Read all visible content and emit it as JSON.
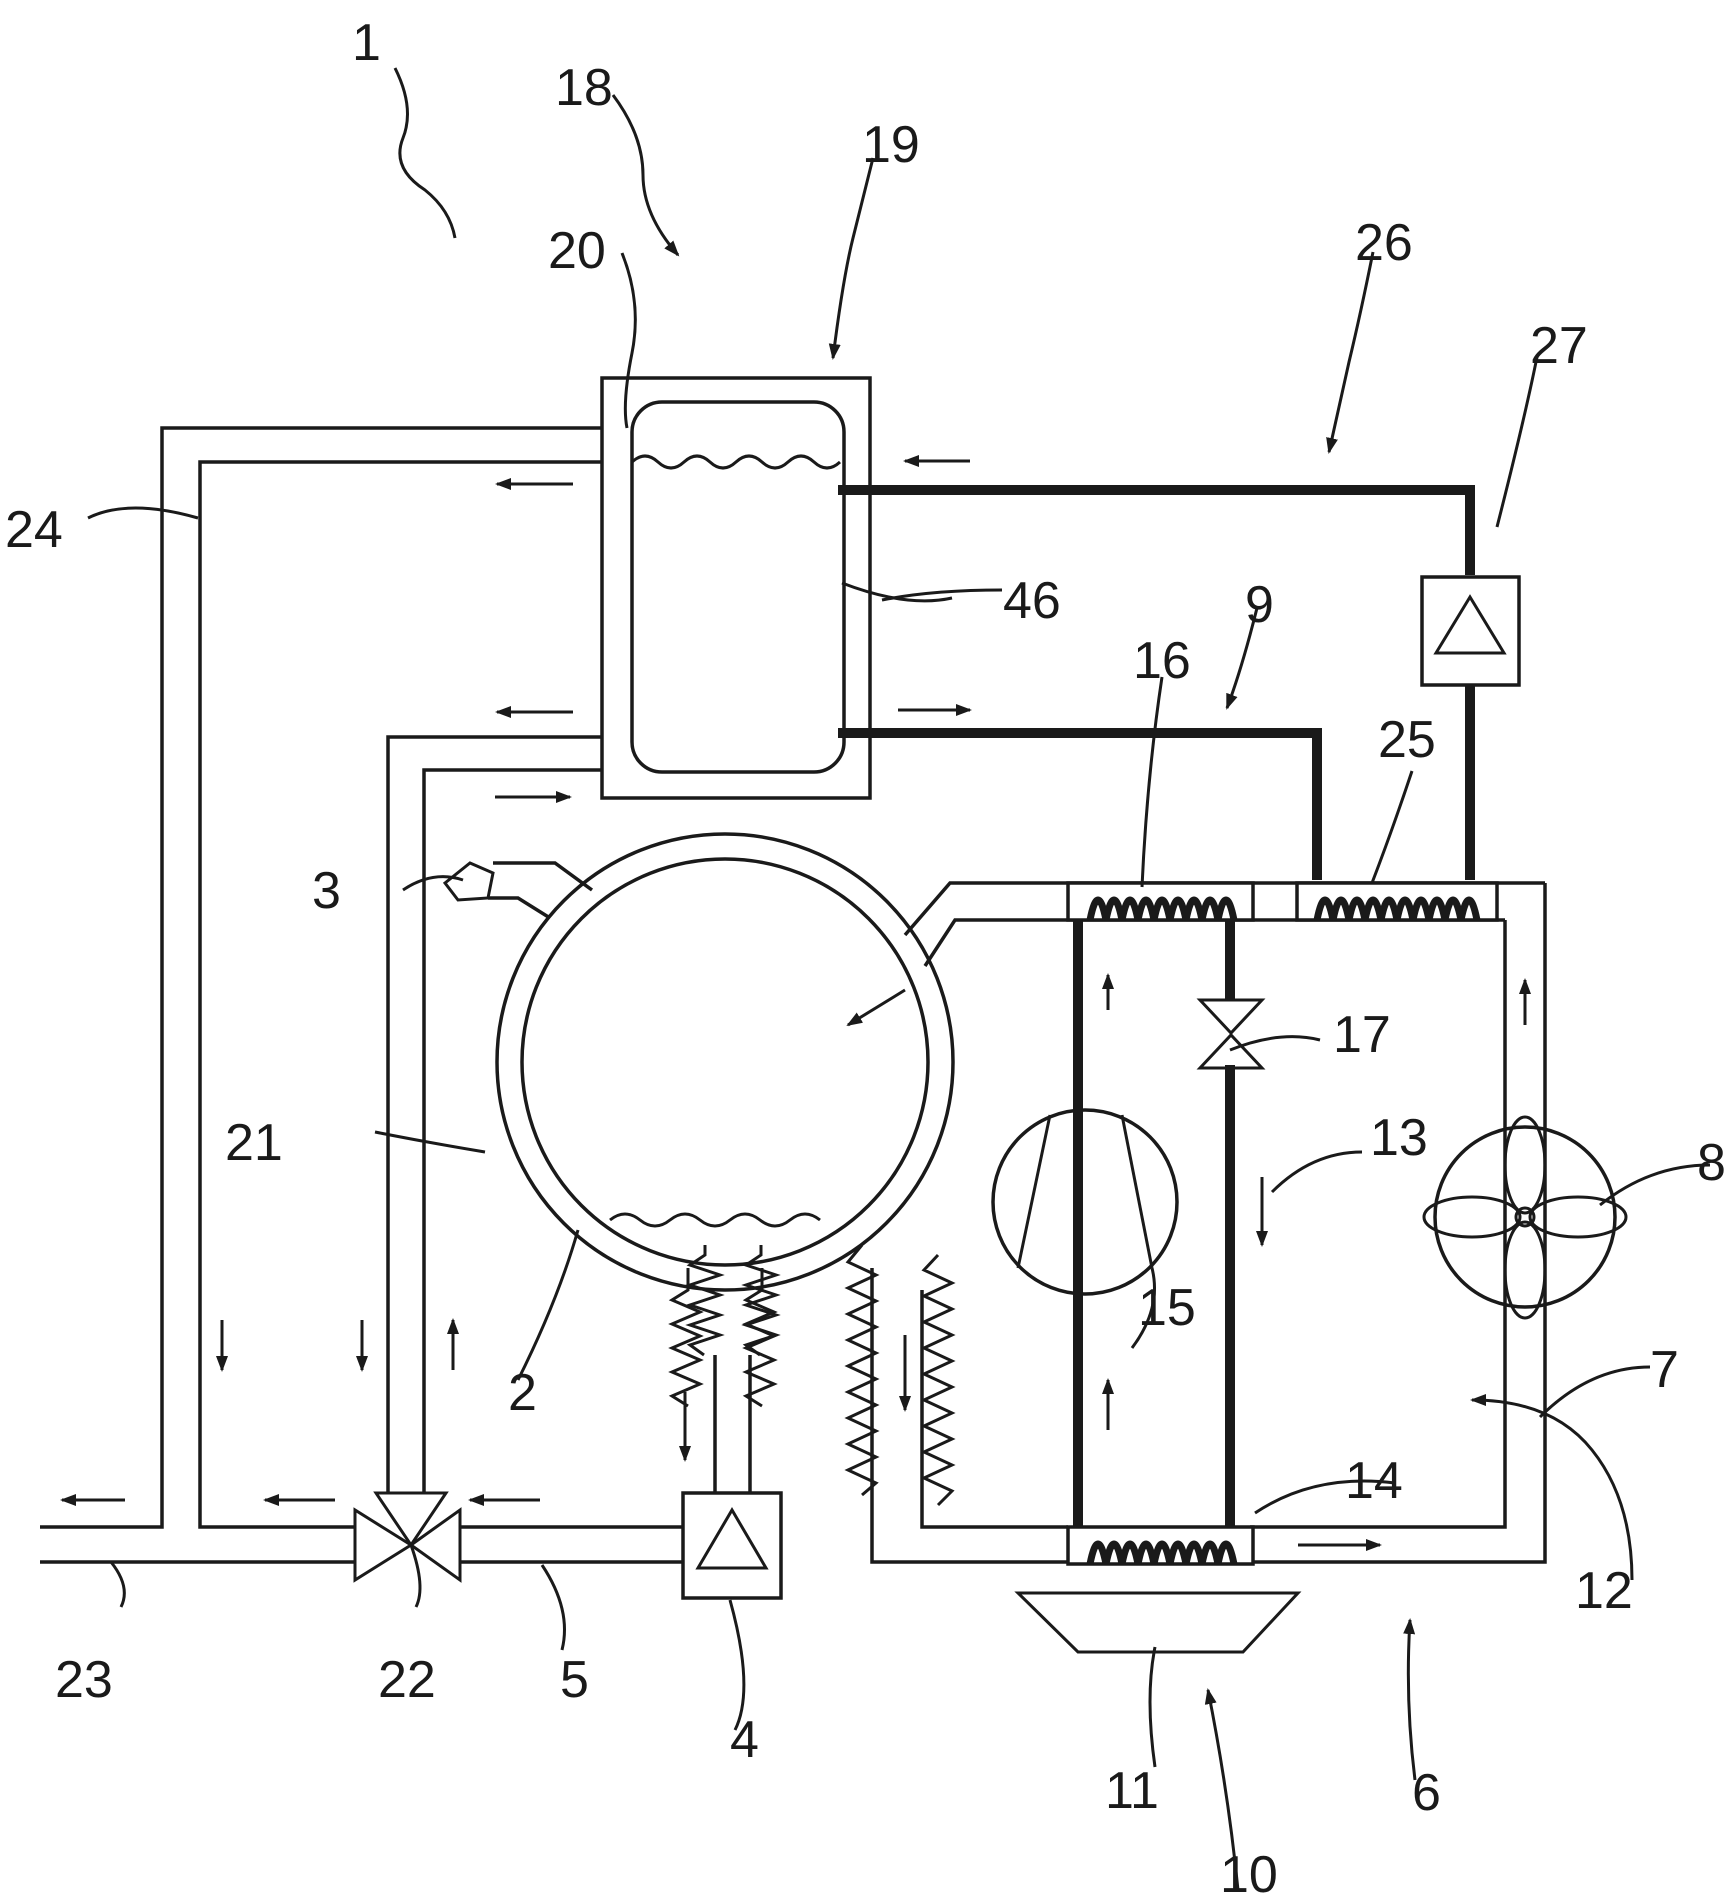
{
  "figure": {
    "labels": {
      "l1": "1",
      "l2": "2",
      "l3": "3",
      "l4": "4",
      "l5": "5",
      "l6": "6",
      "l7": "7",
      "l8": "8",
      "l9": "9",
      "l10": "10",
      "l11": "11",
      "l12": "12",
      "l13": "13",
      "l14": "14",
      "l15": "15",
      "l16": "16",
      "l17": "17",
      "l18": "18",
      "l19": "19",
      "l20": "20",
      "l21": "21",
      "l22": "22",
      "l23": "23",
      "l24": "24",
      "l25": "25",
      "l26": "26",
      "l27": "27",
      "l46": "46"
    }
  }
}
